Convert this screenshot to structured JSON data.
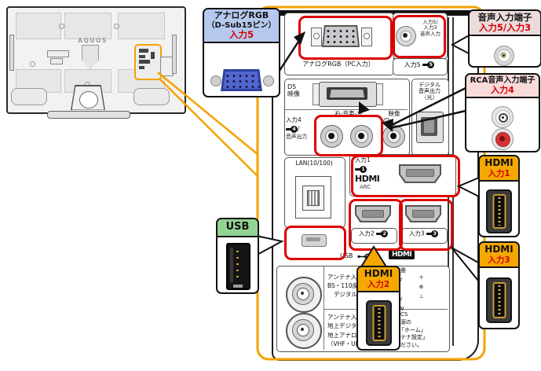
{
  "colors": {
    "accent_orange": "#F5A200",
    "hdmi_header": "#F5A800",
    "rgb_header_blue": "#B5C8EE",
    "audio_header_pink": "#EBDCDC",
    "rca_header_pink": "#F8DADA",
    "usb_header_green": "#92D492",
    "highlight_red": "#DD0000"
  },
  "tv": {
    "brand": "AQUOS"
  },
  "callouts": {
    "analog_rgb": {
      "line1": "アナログRGB",
      "line2": "（D-Sub15ピン）",
      "input": "入力5"
    },
    "audio_input": {
      "title": "音声入力端子",
      "input": "入力5/入力3"
    },
    "rca_audio": {
      "title": "RCA音声入力端子",
      "input": "入力4"
    },
    "hdmi_1": {
      "title": "HDMI",
      "input": "入力1"
    },
    "hdmi_2": {
      "title": "HDMI",
      "input": "入力2"
    },
    "hdmi_3": {
      "title": "HDMI",
      "input": "入力3"
    },
    "usb": {
      "title": "USB"
    }
  },
  "panel": {
    "analog_rgb_label": "アナログRGB（PC入力）",
    "minijack_lines": [
      "入力5/",
      "入力3",
      "音声入力"
    ],
    "input5_label": "入力5",
    "input5_key": "5",
    "d5_lines": [
      "D5",
      "映像"
    ],
    "digital_audio_lines": [
      "デジタル",
      "音声出力",
      "（光）"
    ],
    "audio_lr_label": "右-音声-左",
    "video_label": "映像",
    "input4_label": "入力4",
    "input4_key": "4",
    "input4_suffix": "/",
    "audio_out_label": "音声出力",
    "lan_label": "LAN(10/100)",
    "input1_label": "入力1",
    "input1_key": "1",
    "hdmi_logo": "HDMI",
    "arc_label": "ARC",
    "input2_label": "入力2",
    "input2_key": "2",
    "input3_label": "入力3",
    "input3_key": "3",
    "usb_caption": "USB",
    "hdmi_caption": "HDMI",
    "antenna_top": {
      "lines": [
        "アンテナ入力",
        "BS・110度CS",
        "デジタル"
      ],
      "right_lines": [
        "重畳",
        "5V",
        "W",
        "1V",
        "3W"
      ],
      "polarity": [
        "＋",
        "⊕",
        "⊥"
      ]
    },
    "antenna_bottom": {
      "lines": [
        "アンテナ入力",
        "地上デジタル",
        "地上アナログ",
        "（VHF・UHF）"
      ],
      "right_lines": [
        "度CS",
        "電源の",
        "「ホーム」",
        "ンテナ設定」",
        "ください。"
      ]
    }
  }
}
